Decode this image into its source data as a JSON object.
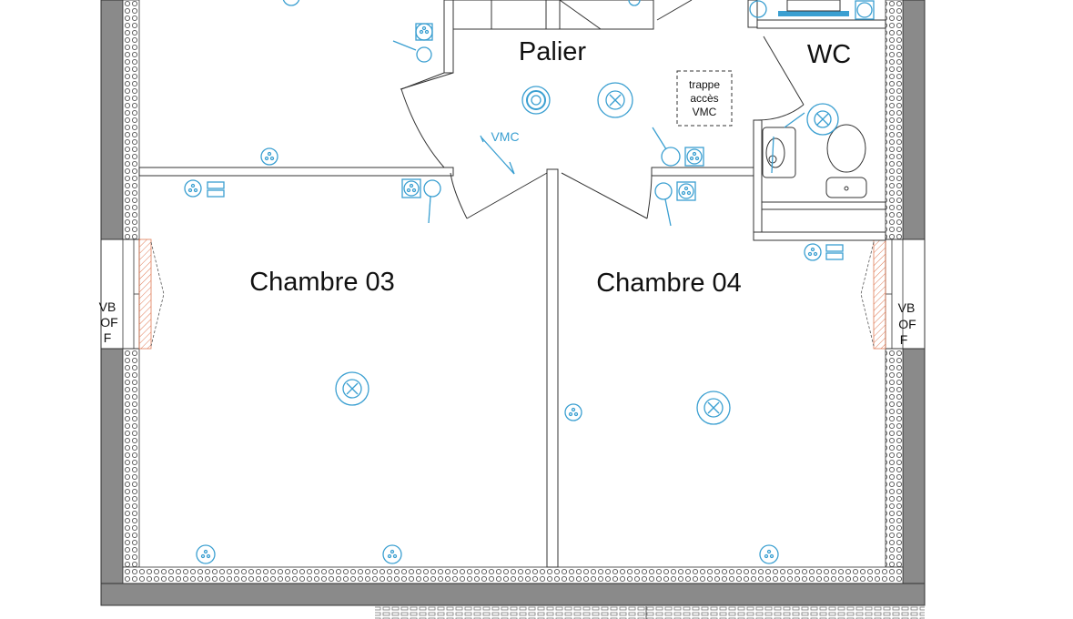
{
  "rooms": {
    "palier": "Palier",
    "wc": "WC",
    "chambre_03": "Chambre 03",
    "chambre_04": "Chambre 04"
  },
  "labels": {
    "trappe": [
      "trappe",
      "accès",
      "VMC"
    ],
    "vmc": "VMC",
    "window_left": [
      "VB",
      "OF",
      "F"
    ],
    "window_right": [
      "VB",
      "OF",
      "F"
    ]
  },
  "colors": {
    "wall": "#8a8a8a",
    "wall_dark": "#555555",
    "electrical": "#3a9fd1",
    "window_hatch": "#e07a55",
    "line": "#333333"
  }
}
